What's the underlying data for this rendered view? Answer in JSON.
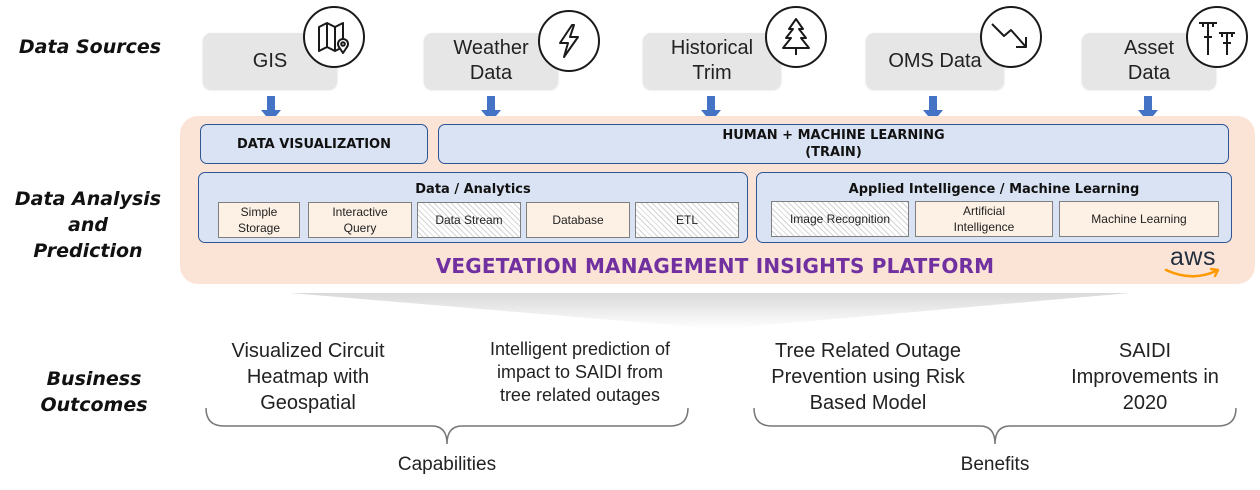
{
  "rows": {
    "data_sources": "Data Sources",
    "data_analysis": "Data Analysis\nand\nPrediction",
    "business_outcomes": "Business\nOutcomes"
  },
  "sources": [
    {
      "label": "GIS",
      "icon": "map-pin-icon"
    },
    {
      "label": "Weather\nData",
      "icon": "lightning-icon"
    },
    {
      "label": "Historical\nTrim",
      "icon": "pine-tree-icon"
    },
    {
      "label": "OMS Data",
      "icon": "trend-down-icon"
    },
    {
      "label": "Asset\nData",
      "icon": "power-pole-icon"
    }
  ],
  "analysis": {
    "data_visualization": "DATA VISUALIZATION",
    "human_ml": "HUMAN + MACHINE LEARNING\n(TRAIN)",
    "data_analytics": {
      "title": "Data / Analytics",
      "items": [
        "Simple\nStorage",
        "Interactive\nQuery",
        "Data Stream",
        "Database",
        "ETL"
      ]
    },
    "applied_ai": {
      "title": "Applied Intelligence / Machine Learning",
      "items": [
        "Image Recognition",
        "Artificial\nIntelligence",
        "Machine Learning"
      ]
    },
    "platform_name": "VEGETATION MANAGEMENT INSIGHTS PLATFORM",
    "vendor_logo": "aws"
  },
  "outcomes": {
    "items": [
      "Visualized Circuit\nHeatmap with\nGeospatial",
      "Intelligent prediction of\nimpact to SAIDI from\ntree related outages",
      "Tree Related Outage\nPrevention using Risk\nBased Model",
      "SAIDI\nImprovements in\n2020"
    ],
    "groups": [
      "Capabilities",
      "Benefits"
    ]
  },
  "colors": {
    "platform_bg": "#fbe3d6",
    "box_fill": "#dae3f3",
    "box_border": "#2f5597",
    "arrow": "#4472c4",
    "platform_title": "#7030a0",
    "aws_smile": "#ff9900"
  }
}
